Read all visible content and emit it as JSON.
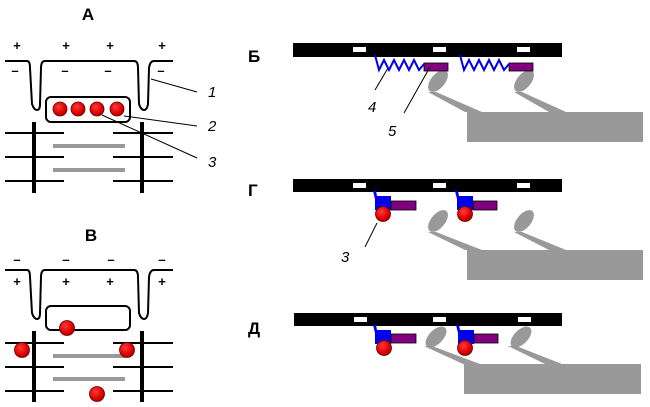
{
  "title": "Synaptic vesicle exocytosis diagram",
  "panels": {
    "A": {
      "label": "А",
      "outside_signs": [
        "+",
        "+",
        "+",
        "+"
      ],
      "inside_signs": [
        "–",
        "–",
        "–",
        "–"
      ]
    },
    "V": {
      "label": "В",
      "outside_signs": [
        "–",
        "–",
        "–",
        "–"
      ],
      "inside_signs": [
        "+",
        "+",
        "+",
        "+"
      ]
    },
    "B": {
      "label": "Б"
    },
    "G": {
      "label": "Г"
    },
    "D": {
      "label": "Д"
    }
  },
  "callouts": {
    "c1": "1",
    "c2": "2",
    "c3": "3",
    "c4": "4",
    "c5": "5",
    "c3g": "3"
  },
  "colors": {
    "ball": "#e00000",
    "spring": "#0000ee",
    "latch": "#800080",
    "gray": "#999999",
    "membrane": "#000000"
  }
}
